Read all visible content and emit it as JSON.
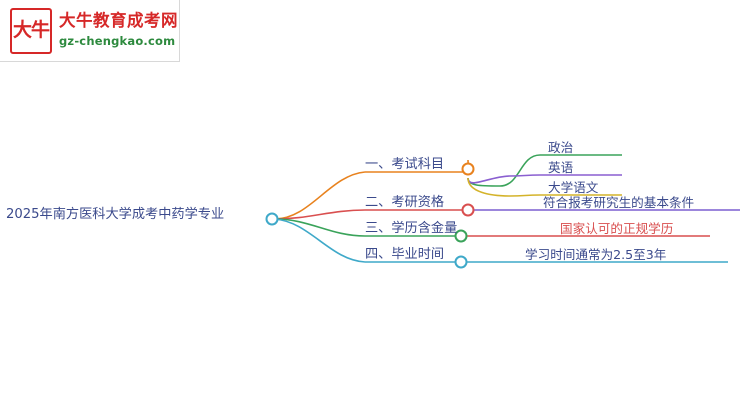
{
  "logo": {
    "mark_text": "大牛",
    "title": "大牛教育成考网",
    "subtitle": "gz-chengkao.com"
  },
  "mindmap": {
    "root": "2025年南方医科大学成考中药学专业",
    "branches": [
      {
        "label": "一、考试科目",
        "color": "#e8821e",
        "children": [
          {
            "label": "政治",
            "color": "#3aa35a"
          },
          {
            "label": "英语",
            "color": "#8a5fd0"
          },
          {
            "label": "大学语文",
            "color": "#d4b32a"
          }
        ]
      },
      {
        "label": "二、考研资格",
        "color": "#d94f4f",
        "children": [
          {
            "label": "符合报考研究生的基本条件",
            "color": "#7b5fd0"
          }
        ]
      },
      {
        "label": "三、学历含金量",
        "color": "#3aa35a",
        "children": [
          {
            "label": "国家认可的正规学历",
            "color": "#d94f4f"
          }
        ]
      },
      {
        "label": "四、毕业时间",
        "color": "#3fa9c9",
        "children": [
          {
            "label": "学习时间通常为2.5至3年",
            "color": "#3fa9c9"
          }
        ]
      }
    ]
  }
}
